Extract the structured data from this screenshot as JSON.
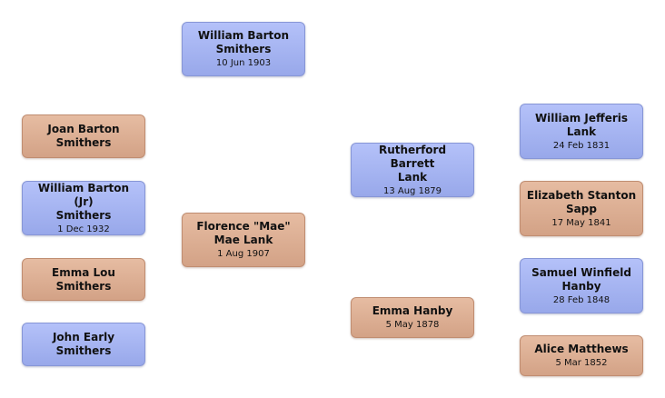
{
  "people": {
    "william_barton": {
      "name_line1": "William Barton",
      "name_line2": "Smithers",
      "date": "10 Jun 1903"
    },
    "joan": {
      "name_line1": "Joan Barton",
      "name_line2": "Smithers"
    },
    "william_jr": {
      "name_line1": "William Barton (Jr)",
      "name_line2": "Smithers",
      "date": "1 Dec 1932"
    },
    "emma_lou": {
      "name_line1": "Emma Lou",
      "name_line2": "Smithers"
    },
    "john_early": {
      "name_line1": "John Early",
      "name_line2": "Smithers"
    },
    "florence": {
      "name_line1": "Florence \"Mae\"",
      "name_line2": "Mae Lank",
      "date": "1 Aug 1907"
    },
    "rutherford": {
      "name_line1": "Rutherford  Barrett",
      "name_line2": "Lank",
      "date": "13 Aug 1879"
    },
    "emma_hanby": {
      "name_line1": "Emma  Hanby",
      "date": "5 May 1878"
    },
    "william_jefferis": {
      "name_line1": "William Jefferis",
      "name_line2": "Lank",
      "date": "24 Feb 1831"
    },
    "elizabeth": {
      "name_line1": "Elizabeth Stanton",
      "name_line2": "Sapp",
      "date": "17 May 1841"
    },
    "samuel": {
      "name_line1": "Samuel Winfield",
      "name_line2": "Hanby",
      "date": "28 Feb 1848"
    },
    "alice": {
      "name_line1": "Alice  Matthews",
      "date": "5 Mar 1852"
    }
  },
  "colors": {
    "male_card": "#a6b4f2",
    "female_card": "#ddb095"
  }
}
